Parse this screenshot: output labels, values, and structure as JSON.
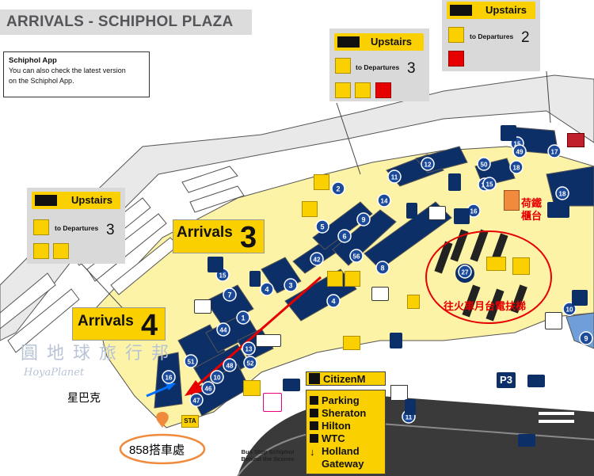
{
  "header": {
    "title": "ARRIVALS - SCHIPHOL PLAZA"
  },
  "app_note": {
    "title": "Schiphol App",
    "line1": "You can also check the latest version",
    "line2": "on the Schiphol App."
  },
  "panels": {
    "upstairs_label": "Upstairs",
    "to_departures_label": "to Departures",
    "panel_a_departures": "3",
    "panel_b_departures": "2",
    "panel_c_departures": "3"
  },
  "arrivals": {
    "word": "Arrivals",
    "hall_3": "3",
    "hall_4": "4"
  },
  "gates": [
    "1",
    "2",
    "3",
    "4",
    "4",
    "5",
    "6",
    "7",
    "8",
    "9",
    "10",
    "10",
    "11",
    "11",
    "12",
    "13",
    "13",
    "14",
    "15",
    "15",
    "15",
    "16",
    "16",
    "17",
    "18",
    "18",
    "27",
    "42",
    "44",
    "46",
    "47",
    "48",
    "49",
    "50",
    "51",
    "52",
    "56",
    "9"
  ],
  "legend": {
    "citizenm": "CitizenM",
    "items": [
      "Parking",
      "Sheraton",
      "Hilton",
      "WTC",
      "Holland",
      "Gateway"
    ]
  },
  "signs": {
    "sta": "STA",
    "p3": "P3",
    "bus_stop": "Bus Stop Schiphol Behind the Scenes"
  },
  "annotations": {
    "starbucks": "星巴克",
    "pickup_858": "858搭車處",
    "ns_counter_1": "荷鐵",
    "ns_counter_2": "櫃台",
    "train_escalator": "往火車月台電扶梯"
  },
  "watermark": {
    "cn": "圓 地 球 旅 行 邦",
    "en": "HoyaPlanet"
  },
  "colors": {
    "floor": "#fdf3a7",
    "building": "#0d2f68",
    "accent_yellow": "#fbd000",
    "annotation_red": "#e60000",
    "pickup_orange": "#f08a3c"
  }
}
